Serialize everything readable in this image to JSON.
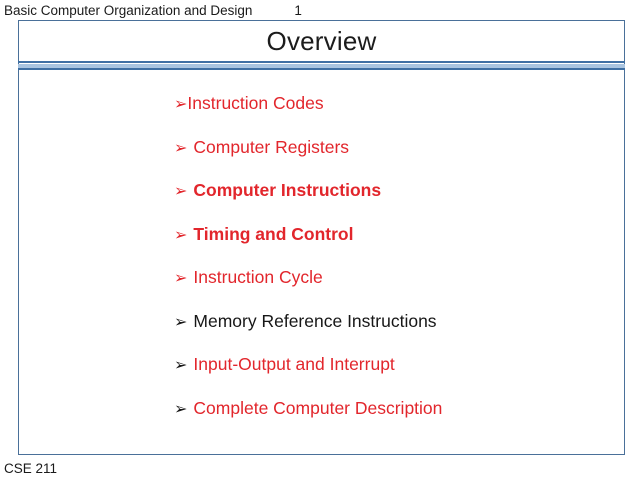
{
  "header": {
    "title": "Basic Computer Organization and Design",
    "page_number": "1"
  },
  "slide": {
    "title": "Overview",
    "bullets": [
      {
        "marker": "➢",
        "label": "Instruction Codes",
        "text_color": "#e2262c",
        "marker_color": "#e2262c",
        "bold": false,
        "spacing": "none"
      },
      {
        "marker": "➢",
        "label": "Computer Registers",
        "text_color": "#e2262c",
        "marker_color": "#e2262c",
        "bold": false,
        "spacing": "normal"
      },
      {
        "marker": "➢",
        "label": "Computer Instructions",
        "text_color": "#e2262c",
        "marker_color": "#e2262c",
        "bold": true,
        "spacing": "normal"
      },
      {
        "marker": "➢",
        "label": "Timing and Control",
        "text_color": "#e2262c",
        "marker_color": "#e2262c",
        "bold": true,
        "spacing": "normal"
      },
      {
        "marker": "➢",
        "label": "Instruction Cycle",
        "text_color": "#e2262c",
        "marker_color": "#e2262c",
        "bold": false,
        "spacing": "normal"
      },
      {
        "marker": "➢",
        "label": "Memory Reference Instructions",
        "text_color": "#171717",
        "marker_color": "#171717",
        "bold": false,
        "spacing": "normal"
      },
      {
        "marker": "➢",
        "label": "Input-Output and Interrupt",
        "text_color": "#e2262c",
        "marker_color": "#171717",
        "bold": false,
        "spacing": "normal"
      },
      {
        "marker": "➢",
        "label": "Complete Computer Description",
        "text_color": "#e2262c",
        "marker_color": "#171717",
        "bold": false,
        "spacing": "normal"
      }
    ]
  },
  "footer": {
    "course_code": "CSE 211"
  },
  "colors": {
    "accent_red": "#e2262c",
    "text_black": "#171717",
    "frame_blue": "#4a7099",
    "rule_blue_dark": "#3f6fa3",
    "rule_blue_light": "#a9c4e0"
  }
}
